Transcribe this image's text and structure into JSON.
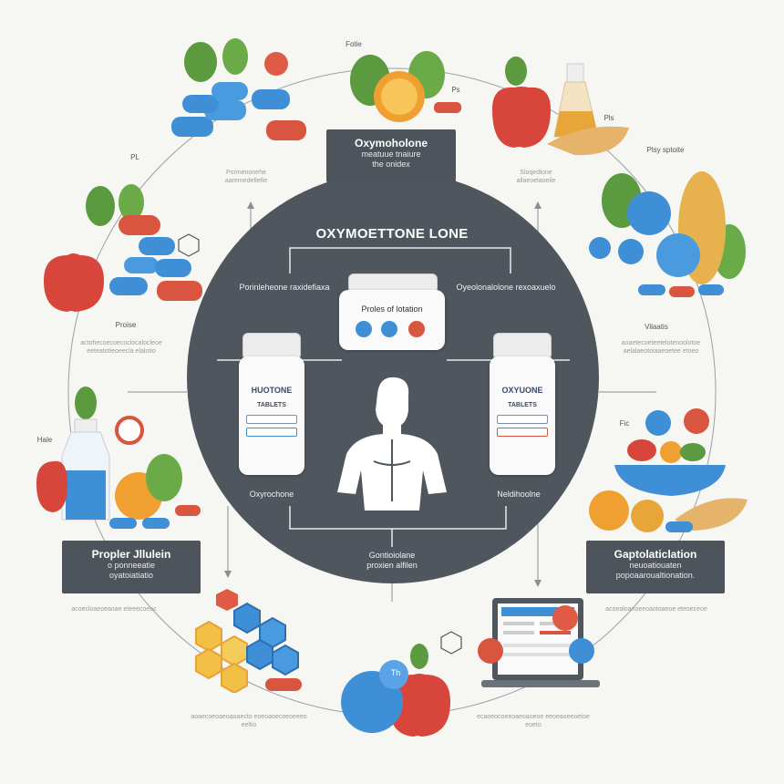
{
  "center": {
    "title": "OXYMOETTONE LONE",
    "top_left_label": "Porinleheone raxidefiaxa",
    "top_right_label": "Oyeolonalolone rexoaxuelo",
    "top_bottle_label": "Proles of lotation",
    "left_bottle_title": "HUOTONE",
    "left_bottle_sub": "TABLETS",
    "right_bottle_title": "OXYUONE",
    "right_bottle_sub": "TABLETS",
    "left_caption": "Oxyrochone",
    "right_caption": "Neldihoolne"
  },
  "top_box": {
    "title": "Oxymoholone",
    "line1": "meatuue tnaiure",
    "line2": "the onidex"
  },
  "left_box": {
    "title": "Propler Jllulein",
    "line1": "o ponneeatie",
    "line2": "oyatoiatiatio"
  },
  "right_box": {
    "title": "Gaptolaticlation",
    "line1": "neuoatiouaten",
    "line2": "popoaaroualtionation."
  },
  "bottom_label": {
    "line1": "Gontioiolane",
    "line2": "proxien alfilen"
  },
  "small_labels": {
    "top": "Fotie",
    "top_left_tiny": "PL",
    "top_right_tiny": "Ps",
    "right_top_tiny": "Pls",
    "left_mid": "Proise",
    "right_mid": "Vilaatis",
    "right_upper": "Plsy sptoite",
    "left_lower": "Hale",
    "right_lower": "Fic",
    "capsule_label": "Th"
  },
  "fine_print": {
    "col_upper_left": "Pormenonehe aaremedefiefie",
    "col_upper_right": "Sloqedtone ailaeoelaoeile",
    "left_mid": "actohecoecoecoclocalocleoe eeteatotieoeecla elalotio",
    "right_mid": "aoaetecoeteetelotenoolotoe aelalaeotoiaaeoetee etoeo",
    "left_low": "acoecloaeoeaoae eteeecoeoc",
    "right_low": "acoealoanoeeoaotoaeoe eteoeceoe",
    "bottom_left": "aoaecoeoaeoaoaecto eoeoaoecoeoeeeo eeltio",
    "bottom_right": "ecaoeocoeeoaeoaoeoe eeoeaoeeoetoe eoeto"
  },
  "colors": {
    "circle": "#4f565e",
    "box": "#4d545b",
    "pill_blue": "#3f8fd6",
    "pill_red": "#d9553f",
    "leaf": "#5b9a3e",
    "apple": "#d8453a",
    "orange": "#f0a030",
    "honeycomb": "#f2c045"
  },
  "icons": [
    "pills-icon",
    "orange-icon",
    "apple-icon",
    "oil-bottle-icon",
    "bread-icon",
    "water-bottle-icon",
    "honeycomb-icon",
    "capsule-icon",
    "salad-bowl-icon",
    "laptop-icon",
    "athlete-icon",
    "molecule-icon"
  ]
}
